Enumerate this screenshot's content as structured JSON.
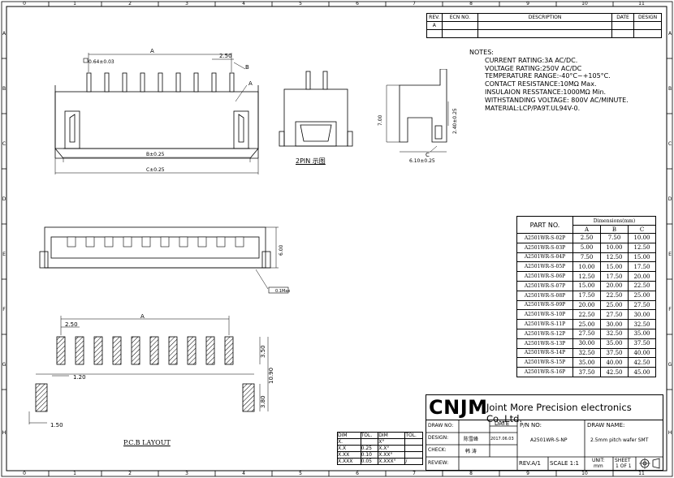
{
  "border": {
    "top_numbers": [
      "0",
      "1",
      "2",
      "3",
      "4",
      "5",
      "6",
      "7",
      "8",
      "9",
      "10",
      "11"
    ],
    "bottom_numbers": [
      "0",
      "1",
      "2",
      "3",
      "4",
      "5",
      "6",
      "7",
      "8",
      "9",
      "10",
      "11"
    ],
    "side_letters": [
      "A",
      "B",
      "C",
      "D",
      "E",
      "F",
      "G",
      "H"
    ]
  },
  "revision_block": {
    "headers": [
      "REV.",
      "ECN NO.",
      "DESCRIPTION",
      "DATE",
      "DESIGN"
    ],
    "rows": [
      [
        "A",
        "",
        "",
        "",
        ""
      ]
    ]
  },
  "notes": {
    "title": "NOTES:",
    "lines": [
      "CURRENT RATING:3A AC/DC.",
      "VOLTAGE RATING:250V AC/DC",
      "TEMPERATURE RANGE:-40°C~+105°C.",
      "CONTACT RESISTANCE:10MΩ Max.",
      "INSULAION RESSTANCE:1000MΩ Min.",
      "WITHSTANDING VOLTAGE: 800V AC/MINUTE.",
      "MATERIAL:LCP/PA9T.UL94V-0."
    ]
  },
  "front_view": {
    "pin_dim": "0.64±0.03",
    "dim_a": "A",
    "pitch": "2.50",
    "label_b": "B",
    "label_a": "A",
    "dim_b": "B±0.25",
    "dim_c": "C±0.25"
  },
  "pin2_view": {
    "caption": "2PIN 示图"
  },
  "side_view": {
    "dim_height": "7.00",
    "dim_top": "2.40±0.25",
    "dim_bottom": "6.10±0.25",
    "label_c": "C"
  },
  "top_view": {
    "dim_height": "6.00",
    "flatness": "0.1Max"
  },
  "pcb_layout": {
    "caption": "P.C.B LAYOUT",
    "dim_a": "A",
    "pitch": "2.50",
    "pad_width": "1.20",
    "pad_len": "3.50",
    "overall": "10.90",
    "mount_len": "3.80",
    "mount_width": "1.50"
  },
  "dimension_table": {
    "part_header": "PART NO.",
    "dims_header": "Dimensions(mm)",
    "col_headers": [
      "A",
      "B",
      "C"
    ],
    "rows": [
      {
        "part": "A2501WR-S-02P",
        "a": "2.50",
        "b": "7.50",
        "c": "10.00"
      },
      {
        "part": "A2501WR-S-03P",
        "a": "5.00",
        "b": "10.00",
        "c": "12.50"
      },
      {
        "part": "A2501WR-S-04P",
        "a": "7.50",
        "b": "12.50",
        "c": "15.00"
      },
      {
        "part": "A2501WR-S-05P",
        "a": "10.00",
        "b": "15.00",
        "c": "17.50"
      },
      {
        "part": "A2501WR-S-06P",
        "a": "12.50",
        "b": "17.50",
        "c": "20.00"
      },
      {
        "part": "A2501WR-S-07P",
        "a": "15.00",
        "b": "20.00",
        "c": "22.50"
      },
      {
        "part": "A2501WR-S-08P",
        "a": "17.50",
        "b": "22.50",
        "c": "25.00"
      },
      {
        "part": "A2501WR-S-09P",
        "a": "20.00",
        "b": "25.00",
        "c": "27.50"
      },
      {
        "part": "A2501WR-S-10P",
        "a": "22.50",
        "b": "27.50",
        "c": "30.00"
      },
      {
        "part": "A2501WR-S-11P",
        "a": "25.00",
        "b": "30.00",
        "c": "32.50"
      },
      {
        "part": "A2501WR-S-12P",
        "a": "27.50",
        "b": "32.50",
        "c": "35.00"
      },
      {
        "part": "A2501WR-S-13P",
        "a": "30.00",
        "b": "35.00",
        "c": "37.50"
      },
      {
        "part": "A2501WR-S-14P",
        "a": "32.50",
        "b": "37.50",
        "c": "40.00"
      },
      {
        "part": "A2501WR-S-15P",
        "a": "35.00",
        "b": "40.00",
        "c": "42.50"
      },
      {
        "part": "A2501WR-S-16P",
        "a": "37.50",
        "b": "42.50",
        "c": "45.00"
      }
    ]
  },
  "tolerance_table": {
    "headers": [
      "DIM",
      "TOL.",
      "DIM",
      "TOL."
    ],
    "rows": [
      [
        "X.",
        "",
        "X°",
        ""
      ],
      [
        "X.X",
        "0.25",
        "X.X°",
        ""
      ],
      [
        "X.XX",
        "0.10",
        "X.XX°",
        ""
      ],
      [
        "X.XXX",
        "0.05",
        "X.XXX°",
        "/"
      ]
    ]
  },
  "title_block": {
    "logo": "CNJM",
    "company": "Joint More Precision electronics Co.,Ltd.",
    "drawn_by": "DRAW NO:",
    "date_label": "DATE",
    "pn_label": "P/N NO:",
    "draw_name_label": "DRAW NAME:",
    "design_label": "DESIGN:",
    "designer": "陈雪峰",
    "date_value": "2017.06.03",
    "pn_value": "A2501WR-S-NP",
    "draw_name_value": "2.5mm pitch wafer SMT",
    "check_label": "CHECK:",
    "checker": "韩 涛",
    "review_label": "REVIEW:",
    "rev": "REV.A/1",
    "scale": "SCALE 1:1",
    "unit_label": "UNIT:",
    "unit_value": "mm",
    "sheet_label": "SHEET",
    "sheet_value": "1 OF 1"
  }
}
